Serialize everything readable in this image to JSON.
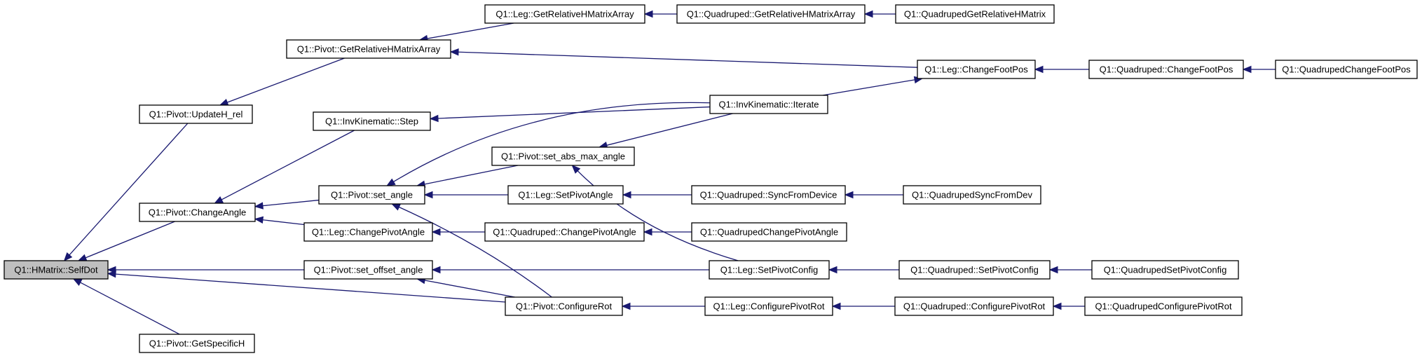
{
  "diagram": {
    "nodes": [
      {
        "id": "hmatrix_selfdot",
        "label": "Q1::HMatrix::SelfDot",
        "root": true
      },
      {
        "id": "pivot_updateh_rel",
        "label": "Q1::Pivot::UpdateH_rel"
      },
      {
        "id": "pivot_changeangle",
        "label": "Q1::Pivot::ChangeAngle"
      },
      {
        "id": "pivot_set_offset_angle",
        "label": "Q1::Pivot::set_offset_angle"
      },
      {
        "id": "pivot_configurerot",
        "label": "Q1::Pivot::ConfigureRot"
      },
      {
        "id": "pivot_getspecifich",
        "label": "Q1::Pivot::GetSpecificH"
      },
      {
        "id": "pivot_getrelativehmatrixarray",
        "label": "Q1::Pivot::GetRelativeHMatrixArray"
      },
      {
        "id": "leg_getrelativehmatrixarray",
        "label": "Q1::Leg::GetRelativeHMatrixArray"
      },
      {
        "id": "quadruped_getrelativehmatrixarray",
        "label": "Q1::Quadruped::GetRelativeHMatrixArray"
      },
      {
        "id": "quadrupedgetrelativehmatrix",
        "label": "Q1::QuadrupedGetRelativeHMatrix"
      },
      {
        "id": "leg_changefootpos",
        "label": "Q1::Leg::ChangeFootPos"
      },
      {
        "id": "quadruped_changefootpos",
        "label": "Q1::Quadruped::ChangeFootPos"
      },
      {
        "id": "quadrupedchangefootpos",
        "label": "Q1::QuadrupedChangeFootPos"
      },
      {
        "id": "invkinematic_step",
        "label": "Q1::InvKinematic::Step"
      },
      {
        "id": "invkinematic_iterate",
        "label": "Q1::InvKinematic::Iterate"
      },
      {
        "id": "pivot_set_angle",
        "label": "Q1::Pivot::set_angle"
      },
      {
        "id": "pivot_set_abs_max_angle",
        "label": "Q1::Pivot::set_abs_max_angle"
      },
      {
        "id": "leg_changepivotangle",
        "label": "Q1::Leg::ChangePivotAngle"
      },
      {
        "id": "leg_setpivotangle",
        "label": "Q1::Leg::SetPivotAngle"
      },
      {
        "id": "quadruped_syncfromdevice",
        "label": "Q1::Quadruped::SyncFromDevice"
      },
      {
        "id": "quadrupedsyncfromdev",
        "label": "Q1::QuadrupedSyncFromDev"
      },
      {
        "id": "quadruped_changepivotangle",
        "label": "Q1::Quadruped::ChangePivotAngle"
      },
      {
        "id": "quadrupedchangepivotangle",
        "label": "Q1::QuadrupedChangePivotAngle"
      },
      {
        "id": "leg_setpivotconfig",
        "label": "Q1::Leg::SetPivotConfig"
      },
      {
        "id": "quadruped_setpivotconfig",
        "label": "Q1::Quadruped::SetPivotConfig"
      },
      {
        "id": "quadrupedsetpivotconfig",
        "label": "Q1::QuadrupedSetPivotConfig"
      },
      {
        "id": "leg_configurepivotrot",
        "label": "Q1::Leg::ConfigurePivotRot"
      },
      {
        "id": "quadruped_configurepivotrot",
        "label": "Q1::Quadruped::ConfigurePivotRot"
      },
      {
        "id": "quadrupedconfigurepivotrot",
        "label": "Q1::QuadrupedConfigurePivotRot"
      }
    ],
    "edges": [
      {
        "from": "pivot_updateh_rel",
        "to": "hmatrix_selfdot"
      },
      {
        "from": "pivot_changeangle",
        "to": "hmatrix_selfdot"
      },
      {
        "from": "pivot_set_offset_angle",
        "to": "hmatrix_selfdot"
      },
      {
        "from": "pivot_configurerot",
        "to": "hmatrix_selfdot"
      },
      {
        "from": "pivot_getspecifich",
        "to": "hmatrix_selfdot"
      },
      {
        "from": "pivot_getrelativehmatrixarray",
        "to": "pivot_updateh_rel"
      },
      {
        "from": "leg_getrelativehmatrixarray",
        "to": "pivot_getrelativehmatrixarray"
      },
      {
        "from": "leg_changefootpos",
        "to": "pivot_getrelativehmatrixarray"
      },
      {
        "from": "quadruped_getrelativehmatrixarray",
        "to": "leg_getrelativehmatrixarray"
      },
      {
        "from": "quadrupedgetrelativehmatrix",
        "to": "quadruped_getrelativehmatrixarray"
      },
      {
        "from": "quadruped_changefootpos",
        "to": "leg_changefootpos"
      },
      {
        "from": "quadrupedchangefootpos",
        "to": "quadruped_changefootpos"
      },
      {
        "from": "invkinematic_iterate",
        "to": "leg_changefootpos"
      },
      {
        "from": "invkinematic_iterate",
        "to": "invkinematic_step"
      },
      {
        "from": "invkinematic_step",
        "to": "pivot_changeangle"
      },
      {
        "from": "pivot_set_angle",
        "to": "pivot_changeangle"
      },
      {
        "from": "leg_changepivotangle",
        "to": "pivot_changeangle"
      },
      {
        "from": "invkinematic_iterate",
        "to": "pivot_set_angle"
      },
      {
        "from": "pivot_set_abs_max_angle",
        "to": "pivot_set_angle"
      },
      {
        "from": "leg_setpivotangle",
        "to": "pivot_set_angle"
      },
      {
        "from": "pivot_configurerot",
        "to": "pivot_set_angle"
      },
      {
        "from": "invkinematic_iterate",
        "to": "pivot_set_abs_max_angle"
      },
      {
        "from": "leg_setpivotconfig",
        "to": "pivot_set_abs_max_angle"
      },
      {
        "from": "quadruped_syncfromdevice",
        "to": "leg_setpivotangle"
      },
      {
        "from": "quadrupedsyncfromdev",
        "to": "quadruped_syncfromdevice"
      },
      {
        "from": "quadruped_changepivotangle",
        "to": "leg_changepivotangle"
      },
      {
        "from": "quadrupedchangepivotangle",
        "to": "quadruped_changepivotangle"
      },
      {
        "from": "leg_setpivotconfig",
        "to": "pivot_set_offset_angle"
      },
      {
        "from": "pivot_configurerot",
        "to": "pivot_set_offset_angle"
      },
      {
        "from": "quadruped_setpivotconfig",
        "to": "leg_setpivotconfig"
      },
      {
        "from": "quadrupedsetpivotconfig",
        "to": "quadruped_setpivotconfig"
      },
      {
        "from": "leg_configurepivotrot",
        "to": "pivot_configurerot"
      },
      {
        "from": "quadruped_configurepivotrot",
        "to": "leg_configurepivotrot"
      },
      {
        "from": "quadrupedconfigurepivotrot",
        "to": "quadruped_configurepivotrot"
      }
    ],
    "colors": {
      "edge": "#191970",
      "node_border": "#000000",
      "node_fill": "#ffffff",
      "root_fill": "#bfbfbf",
      "text": "#000000"
    }
  }
}
